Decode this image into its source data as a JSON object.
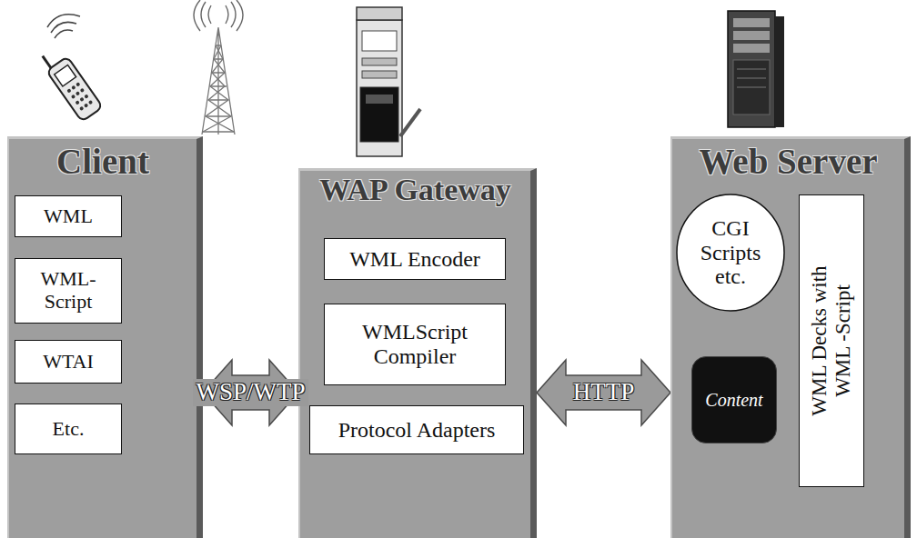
{
  "diagram": {
    "nodes": [
      {
        "text": [
          "Client"
        ]
      },
      {
        "text": [
          "WML"
        ],
        "in": 0
      },
      {
        "text": [
          "WML- Script"
        ],
        "in": 0
      },
      {
        "text": [
          "WTAI"
        ],
        "in": 0
      },
      {
        "text": [
          "Etc."
        ],
        "in": 0
      },
      {
        "text": [
          "WAP Gateway"
        ]
      },
      {
        "text": [
          "WML Encoder"
        ],
        "in": 5
      },
      {
        "text": [
          "WMLScript Compiler"
        ],
        "in": 5
      },
      {
        "text": [
          "Protocol Adapters"
        ],
        "in": 5
      },
      {
        "text": [
          "Web Server"
        ]
      },
      {
        "text": [
          "CGI Scripts etc."
        ],
        "in": 9
      },
      {
        "text": [
          "Content"
        ],
        "in": 9
      },
      {
        "text": [
          "WML Decks with WML -Script"
        ],
        "in": 9
      }
    ],
    "edges": [
      {
        "from": 0,
        "to": 5,
        "label": "WSP/WTP",
        "arrow": "both"
      },
      {
        "from": 5,
        "to": 9,
        "label": "HTTP",
        "arrow": "both"
      }
    ]
  }
}
